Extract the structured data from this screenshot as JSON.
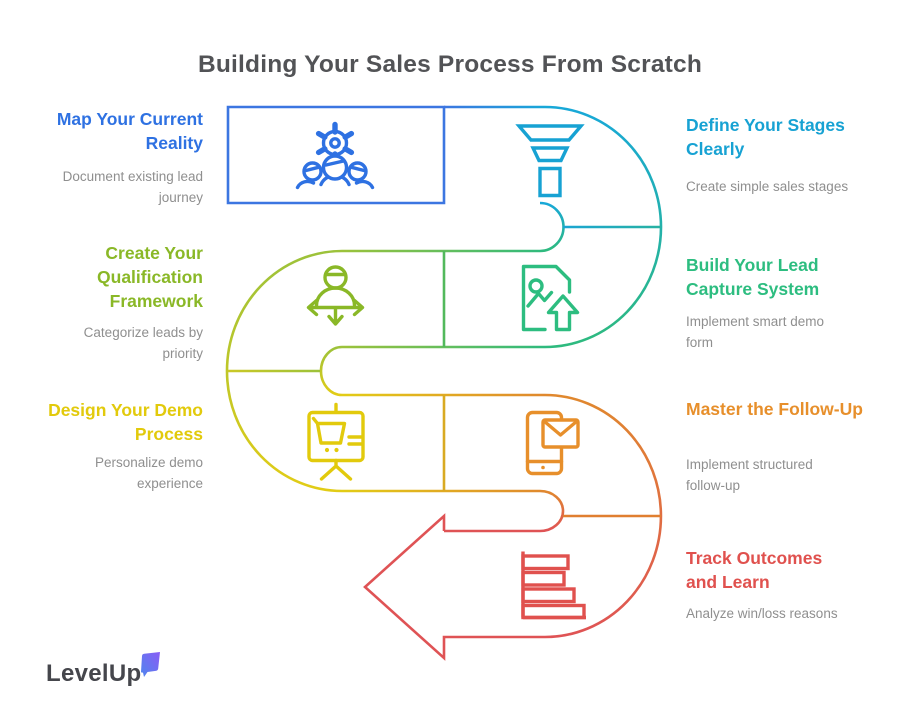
{
  "page": {
    "title": "Building Your Sales Process From Scratch",
    "title_color": "#525356",
    "background": "#ffffff",
    "subtitle_color": "#8f8f8f"
  },
  "brand": {
    "name": "LevelUp",
    "text_color": "#45464c",
    "icon_gradient": [
      "#4f86ee",
      "#8a5cf5"
    ]
  },
  "ribbon_colors": {
    "blue": "#3c76e1",
    "cyan": "#18a8d8",
    "emerald": "#2eba7e",
    "lime": "#9cc23a",
    "yellow": "#e2cc16",
    "orange": "#e0882e",
    "red": "#df5355"
  },
  "steps": [
    {
      "title": "Map Your Current Reality",
      "subtitle": "Document existing lead journey",
      "color": "#2e71e2",
      "icon": "gear-team-icon"
    },
    {
      "title": "Define Your Stages Clearly",
      "subtitle": "Create simple sales stages",
      "color": "#17a2d3",
      "icon": "funnel-icon"
    },
    {
      "title": "Create Your Qualification Framework",
      "subtitle": "Categorize leads by priority",
      "color": "#8ab827",
      "icon": "person-routing-icon"
    },
    {
      "title": "Build Your Lead Capture System",
      "subtitle": "Implement smart demo form",
      "color": "#2dbd80",
      "icon": "document-upload-icon"
    },
    {
      "title": "Design Your Demo Process",
      "subtitle": "Personalize demo experience",
      "color": "#e2ca0c",
      "icon": "presentation-cart-icon"
    },
    {
      "title": "Master the Follow-Up",
      "subtitle": "Implement structured follow-up",
      "color": "#e78f2b",
      "icon": "phone-mail-icon"
    },
    {
      "title": "Track Outcomes and Learn",
      "subtitle": "Analyze win/loss reasons",
      "color": "#e0514e",
      "icon": "bar-chart-icon"
    }
  ]
}
